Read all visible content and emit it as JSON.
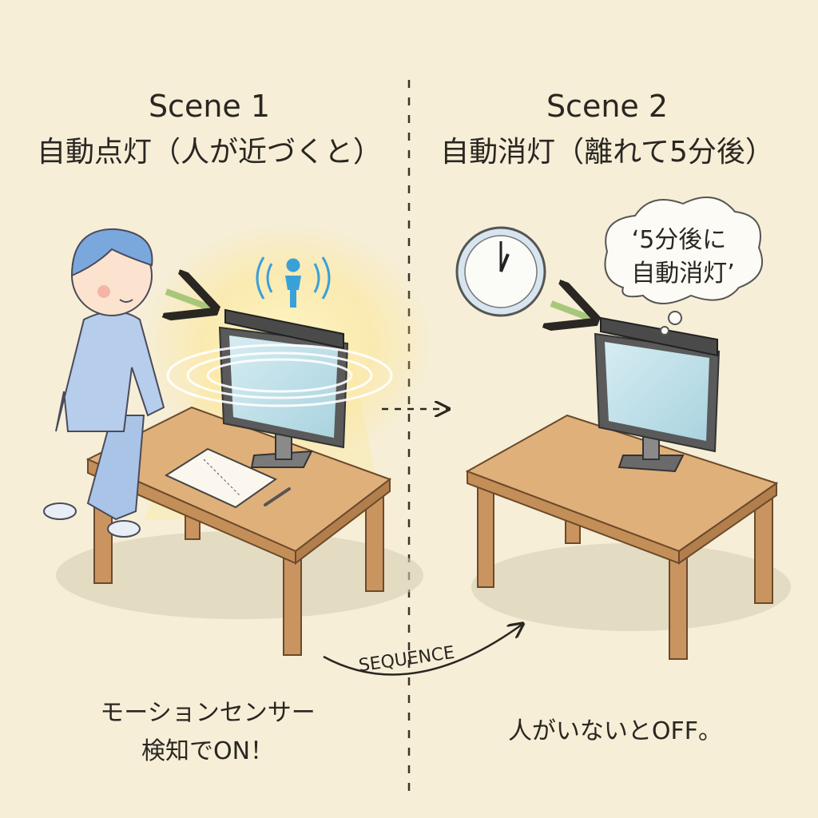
{
  "scene1": {
    "title": "Scene 1",
    "subtitle": "自動点灯（人が近づくと）",
    "caption_line1": "モーションセンサー",
    "caption_line2": "検知でON！"
  },
  "scene2": {
    "title": "Scene 2",
    "subtitle": "自動消灯（離れて5分後）",
    "bubble_line1": "‘5分後に",
    "bubble_line2": "自動消灯’",
    "caption": "人がいないとOFF。"
  },
  "sequence_label": "SEQUENCE",
  "colors": {
    "background": "#f6eed6",
    "wood": "#d9a670",
    "shirt": "#a9c4e6",
    "glow": "#fde89a",
    "sensor": "#3aa0d8",
    "arrow": "#a8c77a"
  }
}
